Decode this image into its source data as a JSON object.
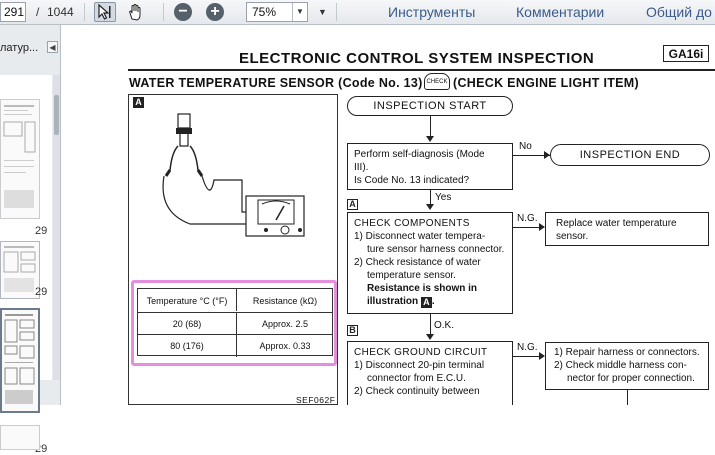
{
  "toolbar": {
    "page_current": "291",
    "page_separator": "/",
    "page_total": "1044",
    "zoom_value": "75%",
    "menu_tools": "Инструменты",
    "menu_comments": "Комментарии",
    "menu_share": "Общий до"
  },
  "sidebar": {
    "title": "латур...",
    "page_labels": [
      "29",
      "29",
      "29"
    ]
  },
  "doc": {
    "title": "ELECTRONIC CONTROL SYSTEM INSPECTION",
    "code_box": "GA16i",
    "subtitle_left": "WATER TEMPERATURE SENSOR (Code No. 13)",
    "check_icon_text": "CHECK",
    "subtitle_right": "(CHECK ENGINE LIGHT ITEM)",
    "panel_tag": "A",
    "table_headers": [
      "Temperature °C (°F)",
      "Resistance (kΩ)"
    ],
    "table_rows": [
      [
        "20 (68)",
        "Approx. 2.5"
      ],
      [
        "80 (176)",
        "Approx. 0.33"
      ]
    ],
    "figure_code": "SEF062F",
    "flow": {
      "start": "INSPECTION START",
      "diag_lines": [
        "Perform self-diagnosis (Mode",
        "III).",
        "Is Code No. 13 indicated?"
      ],
      "no_label": "No",
      "end": "INSPECTION END",
      "yes_label": "Yes",
      "tag_a": "A",
      "check_components_title": "CHECK COMPONENTS",
      "check_components_lines": [
        "1) Disconnect water tempera-",
        "ture sensor harness connector.",
        "2) Check resistance of water",
        "temperature sensor.",
        "Resistance is shown in illustration"
      ],
      "ng_label_1": "N.G.",
      "replace_lines": [
        "Replace water temperature",
        "sensor."
      ],
      "ok_label": "O.K.",
      "tag_b": "B",
      "ground_title": "CHECK GROUND CIRCUIT",
      "ground_lines": [
        "1) Disconnect 20-pin terminal",
        "connector from E.C.U.",
        "2) Check continuity between"
      ],
      "ng_label_2": "N.G.",
      "repair_lines": [
        "1) Repair harness or connectors.",
        "2) Check middle harness con-",
        "nector for proper connection."
      ]
    }
  }
}
